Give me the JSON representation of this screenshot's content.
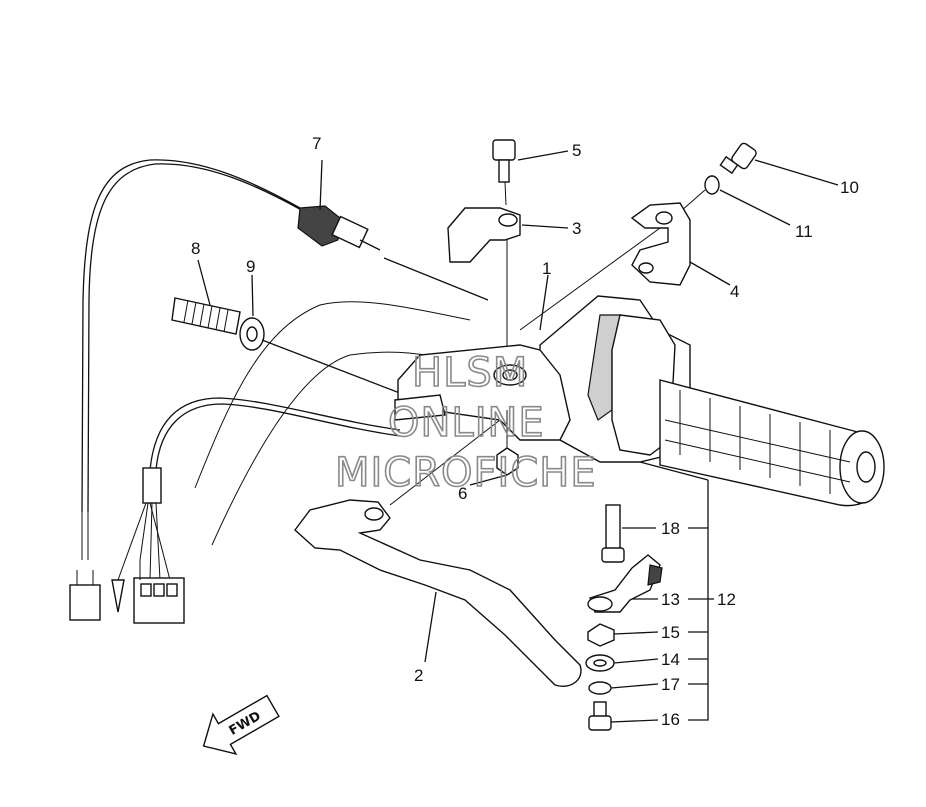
{
  "diagram": {
    "callouts": [
      "1",
      "2",
      "3",
      "4",
      "5",
      "6",
      "7",
      "8",
      "9",
      "10",
      "11",
      "12",
      "13",
      "14",
      "15",
      "16",
      "17",
      "18"
    ],
    "direction_label": "FWD"
  },
  "watermark": {
    "line1": "HLSM",
    "line2": "ONLINE",
    "line3": "MICROFICHE"
  }
}
